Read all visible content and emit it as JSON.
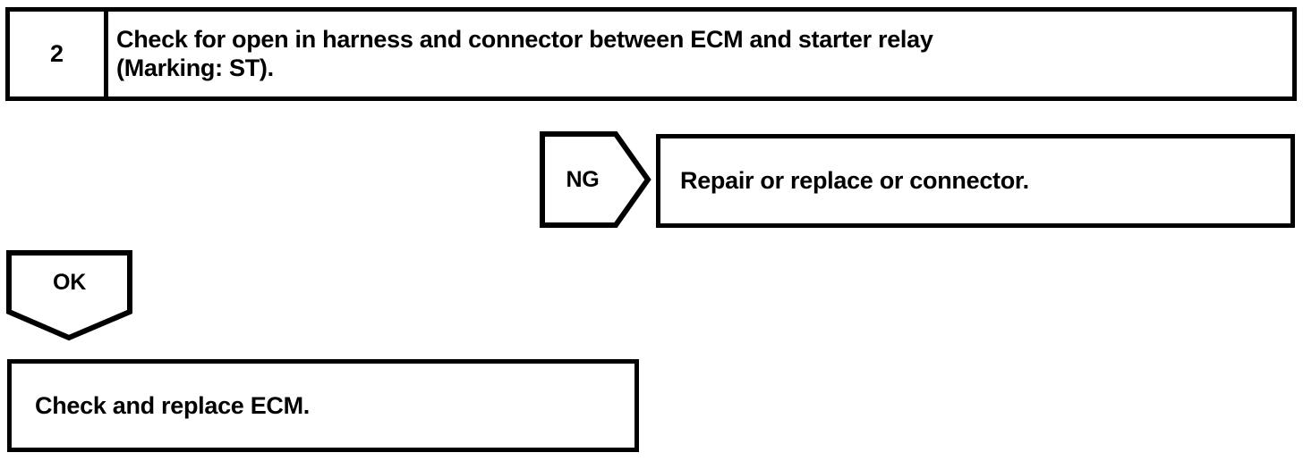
{
  "diagram": {
    "type": "troubleshooting-flowchart",
    "stroke_color": "#000000",
    "background_color": "#ffffff",
    "step": {
      "number": "2",
      "instruction": "Check for open in harness and connector between ECM and starter relay\n(Marking: ST)."
    },
    "branches": [
      {
        "label": "NG",
        "shape": "pentagon-right",
        "result": "Repair or replace or connector."
      },
      {
        "label": "OK",
        "shape": "pentagon-down",
        "result": "Check and replace ECM."
      }
    ],
    "ng_branch": {
      "label": "NG",
      "result_text": "Repair or replace or connector."
    },
    "ok_branch": {
      "label": "OK",
      "result_text": "Check and replace ECM."
    }
  }
}
